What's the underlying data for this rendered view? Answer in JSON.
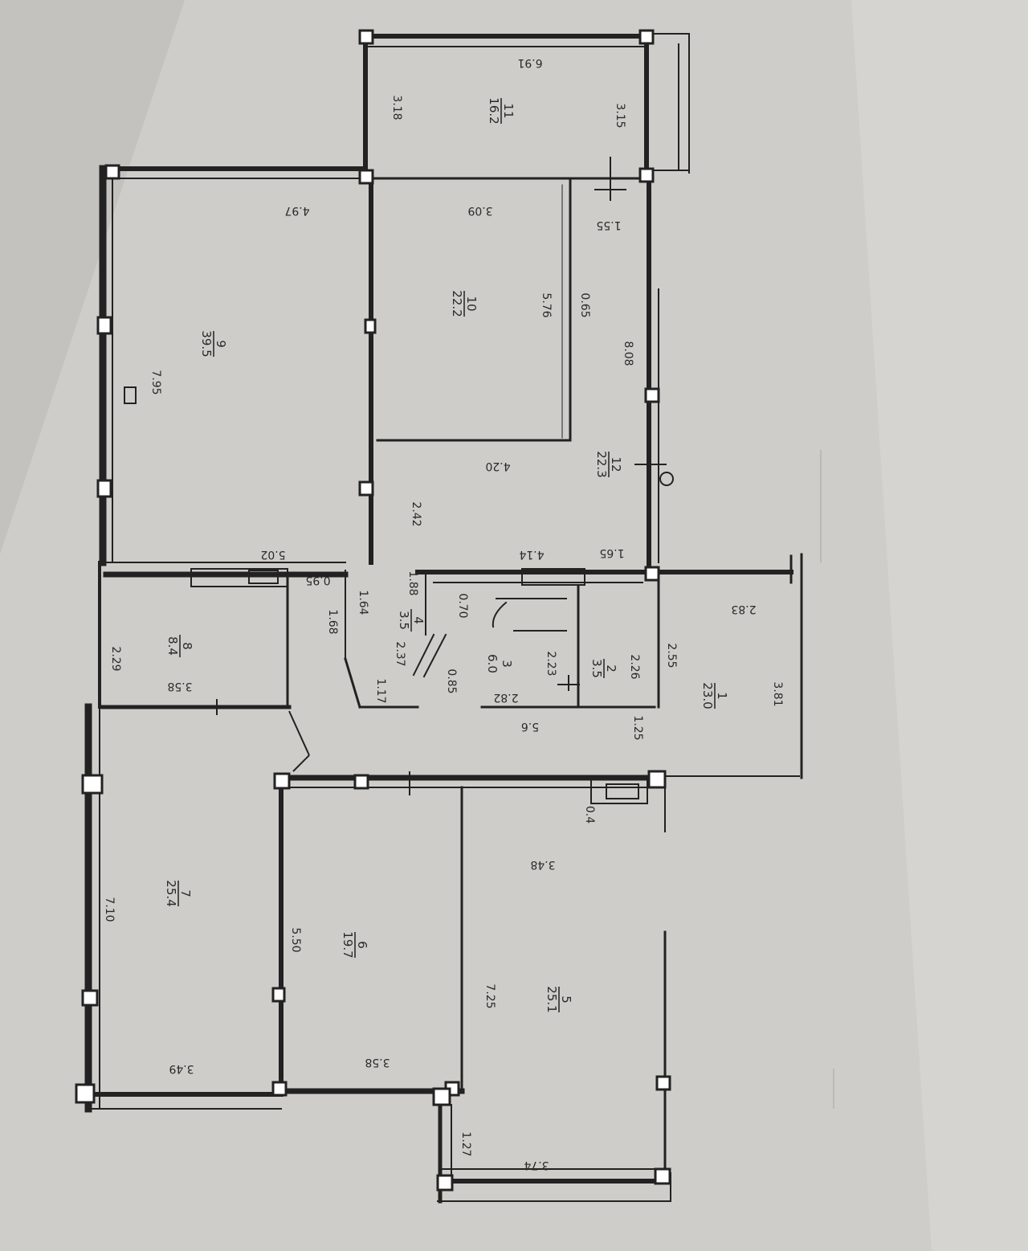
{
  "plan": {
    "rooms": [
      {
        "id": "room-1",
        "number": "1",
        "area": "23.0"
      },
      {
        "id": "room-2",
        "number": "2",
        "area": "3.5"
      },
      {
        "id": "room-3",
        "number": "3",
        "area": "6.0"
      },
      {
        "id": "room-4",
        "number": "4",
        "area": "3.5"
      },
      {
        "id": "room-5",
        "number": "5",
        "area": "25.1"
      },
      {
        "id": "room-6",
        "number": "6",
        "area": "19.7"
      },
      {
        "id": "room-7",
        "number": "7",
        "area": "25.4"
      },
      {
        "id": "room-8",
        "number": "8",
        "area": "8.4"
      },
      {
        "id": "room-9",
        "number": "9",
        "area": "39.5"
      },
      {
        "id": "room-10",
        "number": "10",
        "area": "22.2"
      },
      {
        "id": "room-11",
        "number": "11",
        "area": "16.2"
      },
      {
        "id": "room-12",
        "number": "12",
        "area": "22.3"
      }
    ],
    "dimensions": [
      "6.91",
      "3.18",
      "3.15",
      "3.09",
      "1.55",
      "4.97",
      "7.95",
      "5.76",
      "0.65",
      "8.08",
      "4.20",
      "2.42",
      "5.02",
      "0.95",
      "1.68",
      "1.64",
      "2.37",
      "1.17",
      "0.70",
      "0.85",
      "2.23",
      "2.26",
      "2.55",
      "1.25",
      "2.83",
      "3.81",
      "2.29",
      "3.58",
      "7.10",
      "5.50",
      "7.25",
      "3.49",
      "3.58",
      "3.48",
      "0.4",
      "1.27",
      "3.74",
      "1.88",
      "1.65",
      "2.82",
      "5.6",
      "4.14"
    ]
  }
}
